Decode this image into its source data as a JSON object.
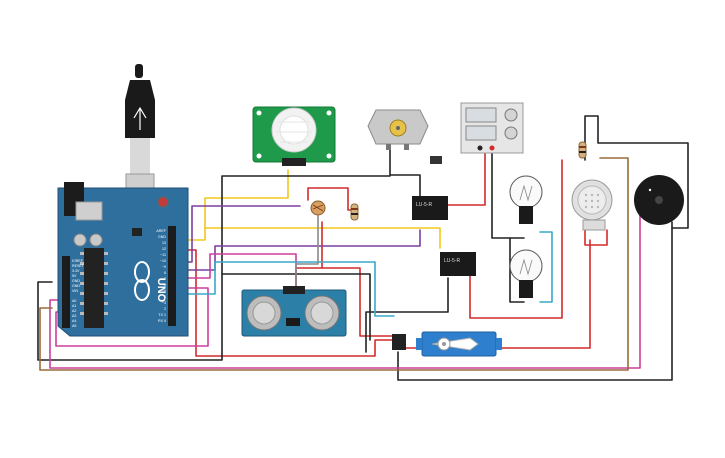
{
  "colors": {
    "board": "#2f6f9e",
    "board_dark": "#1f4f72",
    "pir_green": "#1e9a4a",
    "sonar_blue": "#2c7fa6",
    "servo_blue": "#2f7fcf",
    "relay_black": "#1a1a1a",
    "wire_red": "#d42a2a",
    "wire_black": "#222222",
    "wire_yellow": "#f2c81e",
    "wire_purple": "#7b3fa0",
    "wire_pink": "#cc3e9e",
    "wire_brown": "#9a6a3a",
    "wire_cyan": "#38a8c8",
    "wire_gray": "#8a8a8a"
  },
  "arduino": {
    "logo": "UNO",
    "header_labels": [
      "AREF",
      "GND",
      "13",
      "12",
      "~11",
      "~10",
      "~9",
      "8",
      "7",
      "~6",
      "~5",
      "4",
      "~3",
      "2",
      "TX 1",
      "RX 0"
    ],
    "power_labels": [
      "IOREF",
      "RESET",
      "3.3V",
      "5V",
      "GND",
      "GND",
      "VIN"
    ],
    "analog_labels": [
      "A0",
      "A1",
      "A2",
      "A3",
      "A4",
      "A5"
    ]
  },
  "components": {
    "usb_cable": {
      "name": "usb-cable"
    },
    "pir": {
      "name": "pir-motion-sensor"
    },
    "dc_motor": {
      "name": "dc-motor"
    },
    "power_supply": {
      "name": "power-supply"
    },
    "relay_top": {
      "name": "relay-top",
      "text": "LU-5-R"
    },
    "relay_bottom": {
      "name": "relay-bottom",
      "text": "LU-5-R"
    },
    "bulb_top": {
      "name": "light-bulb-top"
    },
    "bulb_bottom": {
      "name": "light-bulb-bottom"
    },
    "photoresistor": {
      "name": "photoresistor"
    },
    "resistor_mid": {
      "name": "resistor-middle"
    },
    "resistor_right": {
      "name": "resistor-right"
    },
    "ultrasonic": {
      "name": "ultrasonic-sensor"
    },
    "servo": {
      "name": "servo-motor"
    },
    "microphone": {
      "name": "sound-sensor"
    },
    "buzzer": {
      "name": "piezo-buzzer"
    }
  }
}
